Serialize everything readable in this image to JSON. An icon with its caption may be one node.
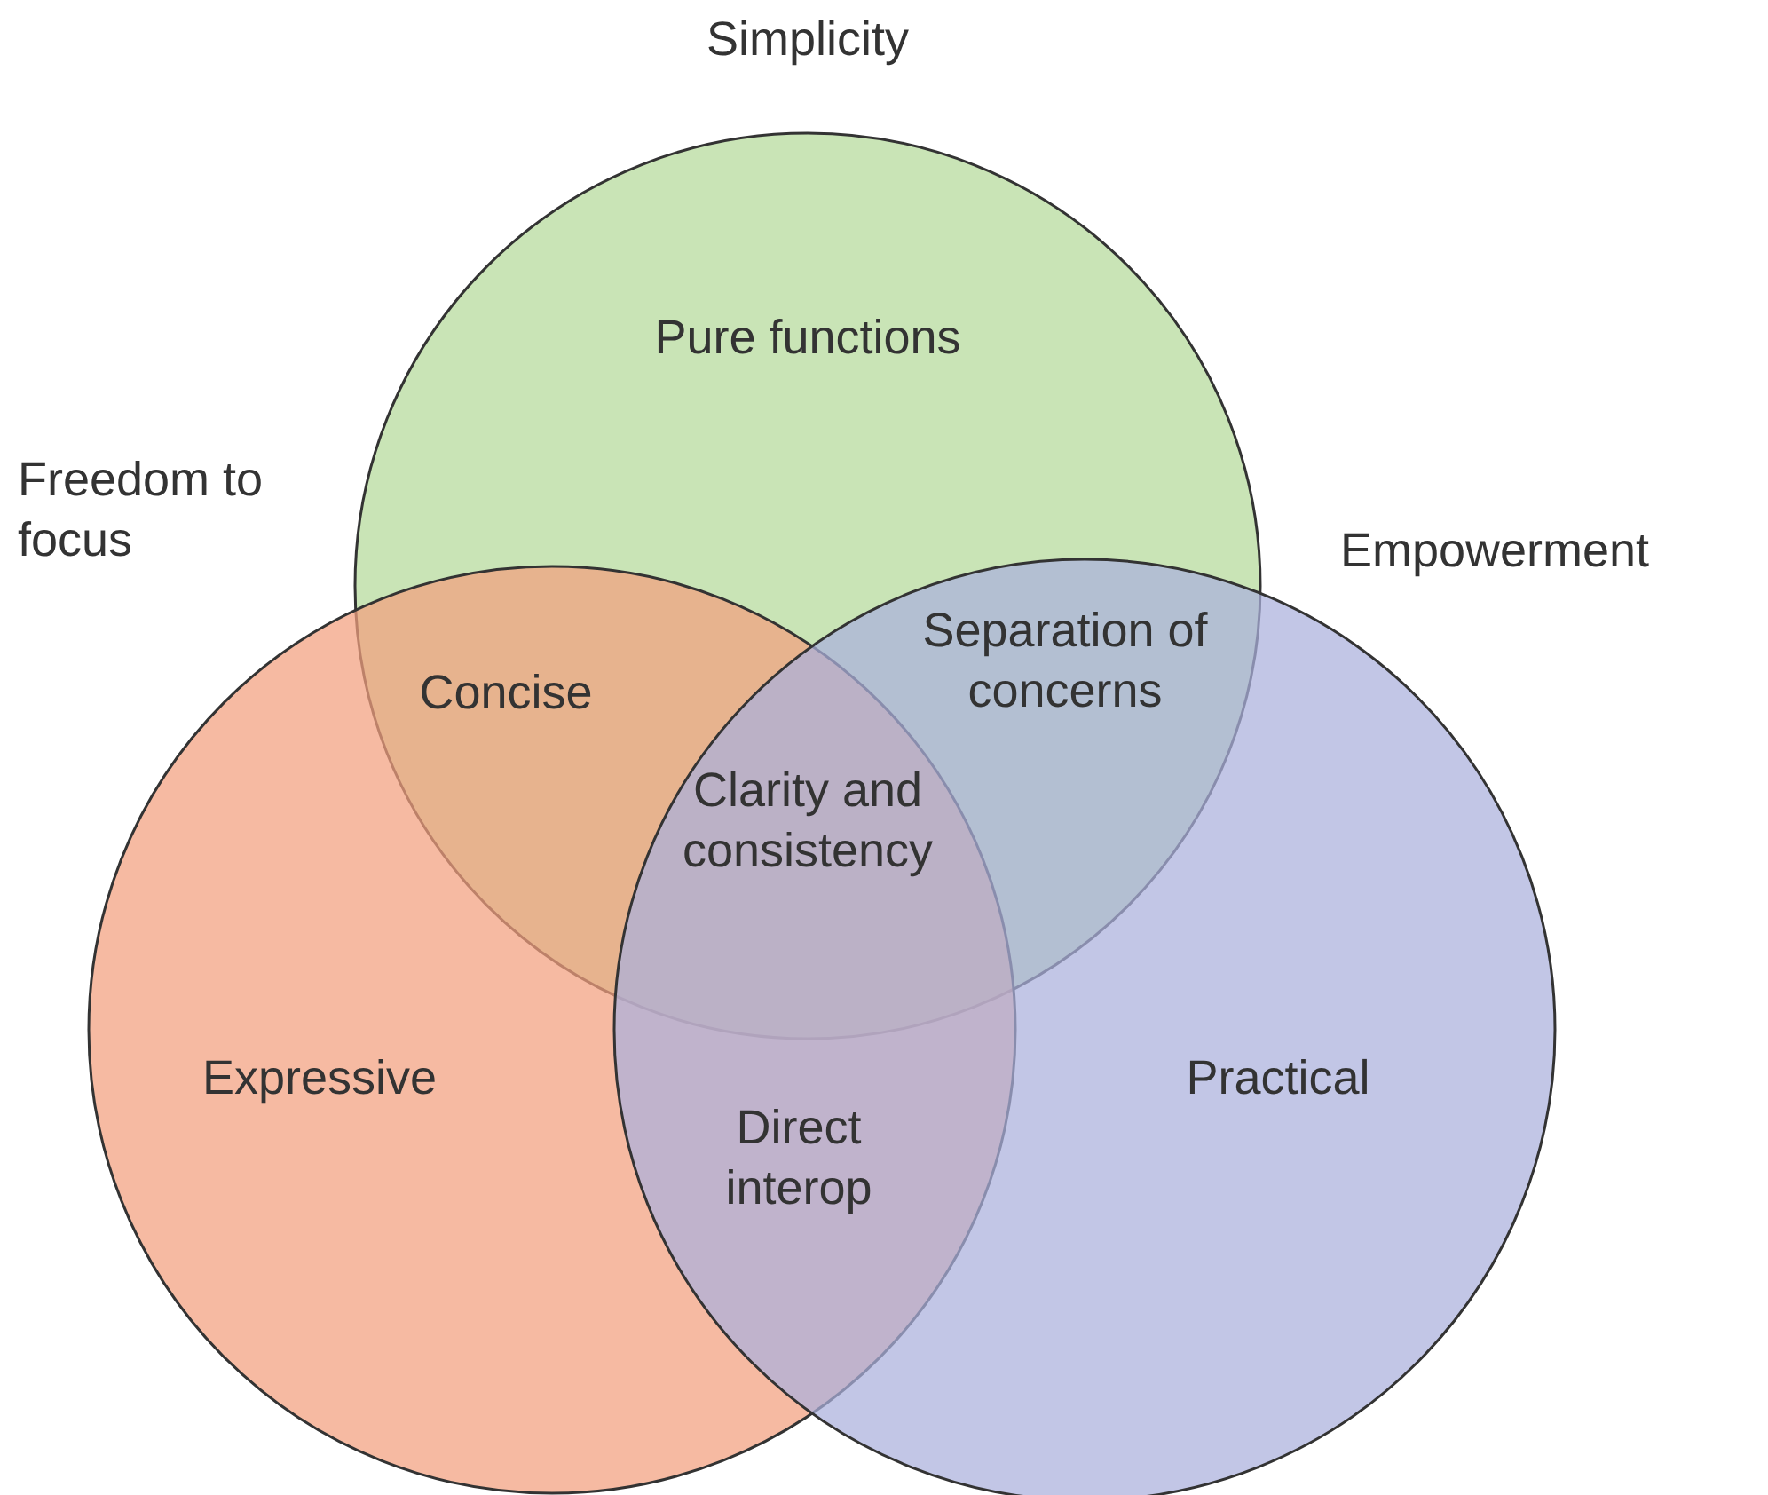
{
  "diagram": {
    "nodes": [
      {
        "text": [
          "Simplicity",
          "Pure functions"
        ]
      },
      {
        "text": [
          "Freedom to focus",
          "Expressive"
        ]
      },
      {
        "text": [
          "Empowerment",
          "Practical"
        ]
      }
    ],
    "labels": [
      "Concise",
      "Separation of concerns",
      "Clarity and consistency",
      "Direct interop"
    ]
  }
}
